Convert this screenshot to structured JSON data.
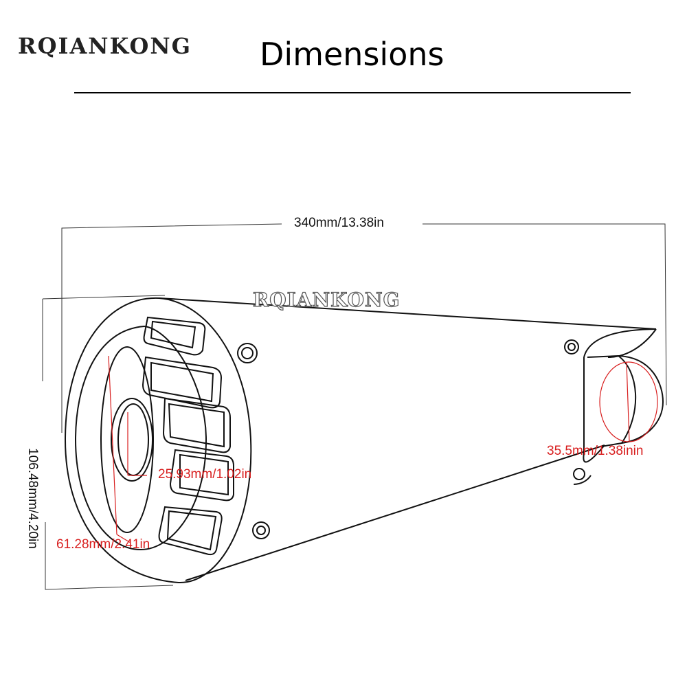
{
  "header": {
    "brand": "RQIANKONG",
    "title": "Dimensions"
  },
  "watermark": "RQIANKONG",
  "dimensions": {
    "length": "340mm/13.38in",
    "height": "106.48mm/4.20in",
    "inner_outlet": "25.93mm/1.02in",
    "cone_opening": "61.28mm/2.41in",
    "rear_outlet": "35.5mm/1.38inin"
  },
  "colors": {
    "line": "#111111",
    "dimension_red": "#d81e1e",
    "background": "#ffffff"
  }
}
